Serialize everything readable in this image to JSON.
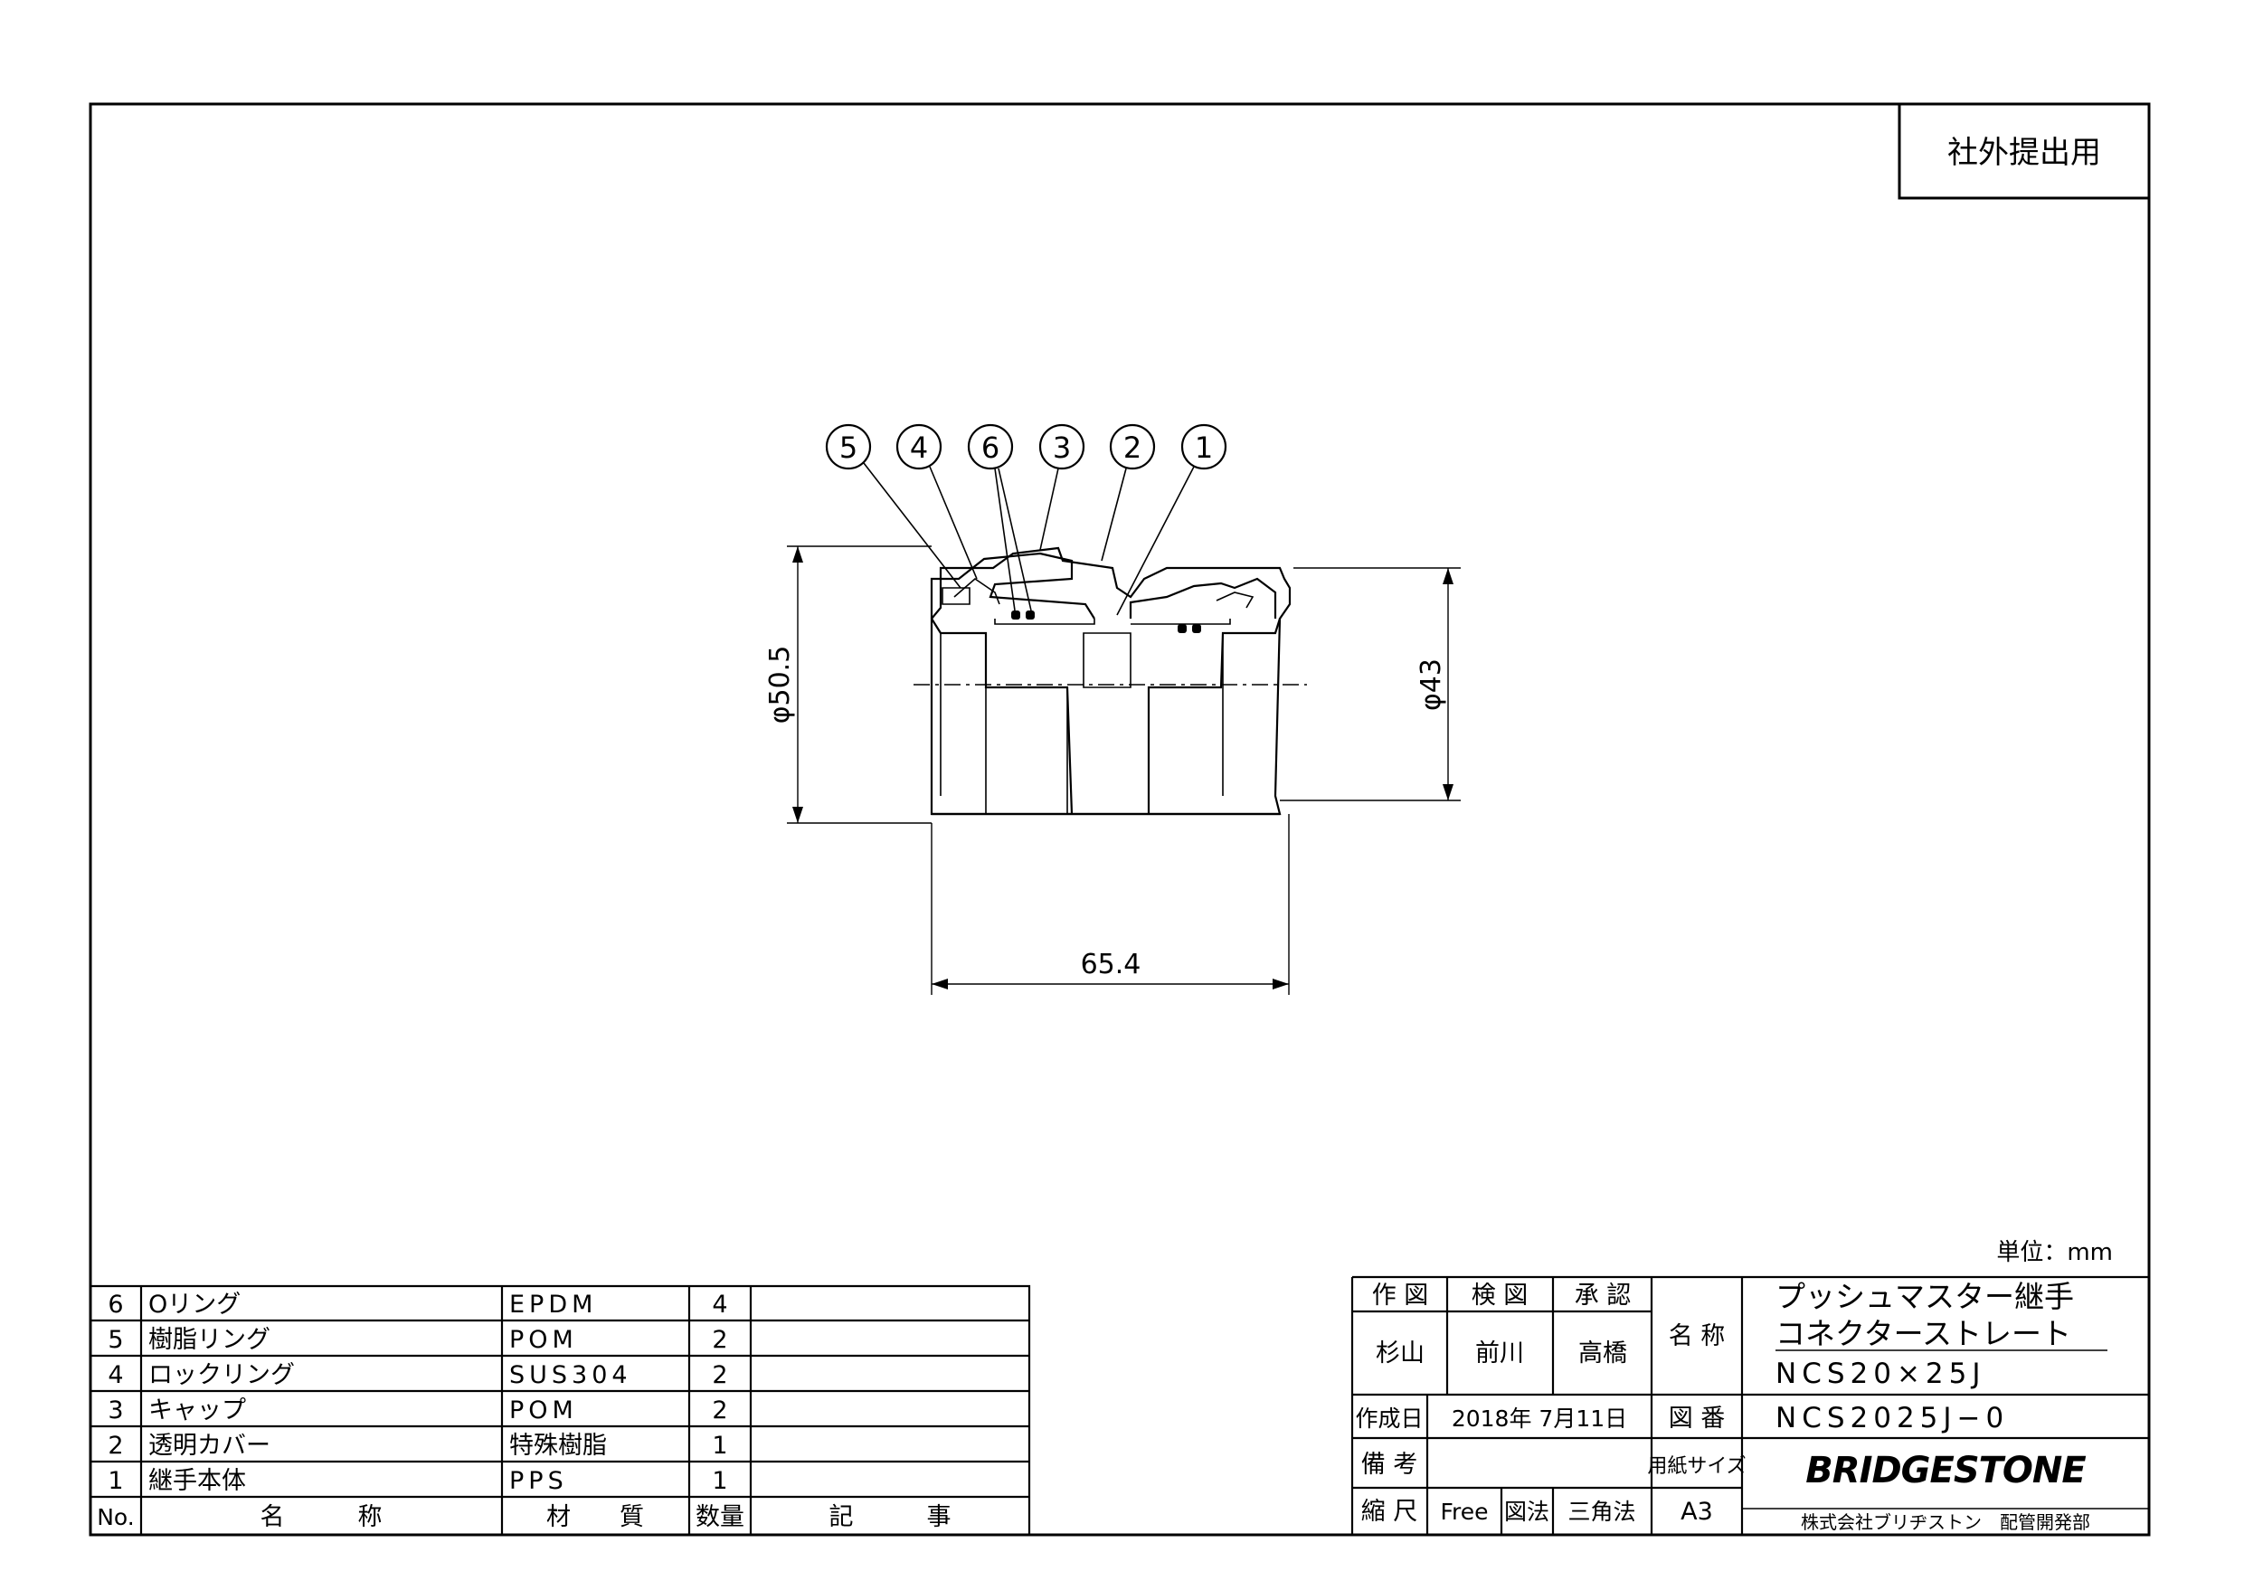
{
  "stamp": "社外提出用",
  "unit": "単位：mm",
  "drawing": {
    "balloons": [
      "5",
      "4",
      "6",
      "3",
      "2",
      "1"
    ],
    "dims": {
      "outer_dia": "φ50.5",
      "end_dia": "φ43",
      "length": "65.4"
    }
  },
  "parts": {
    "headers": {
      "no": "No.",
      "name": "名　　　称",
      "material": "材　　質",
      "qty": "数量",
      "note": "記　　　事"
    },
    "rows": [
      {
        "no": "6",
        "name": "Oリング",
        "material": "EPDM",
        "qty": "4"
      },
      {
        "no": "5",
        "name": "樹脂リング",
        "material": "POM",
        "qty": "2"
      },
      {
        "no": "4",
        "name": "ロックリング",
        "material": "SUS304",
        "qty": "2"
      },
      {
        "no": "3",
        "name": "キャップ",
        "material": "POM",
        "qty": "2"
      },
      {
        "no": "2",
        "name": "透明カバー",
        "material": "特殊樹脂",
        "qty": "1"
      },
      {
        "no": "1",
        "name": "継手本体",
        "material": "PPS",
        "qty": "1"
      }
    ]
  },
  "titleblock": {
    "drawn_label": "作 図",
    "check_label": "検 図",
    "approve_label": "承 認",
    "drawn_by": "杉山",
    "checked_by": "前川",
    "approved_by": "高橋",
    "name_label": "名 称",
    "name_line1": "プッシュマスター継手",
    "name_line2": "コネクターストレート",
    "name_line3": "NCS20×25J",
    "created_label": "作成日",
    "created_date": "2018年 7月11日",
    "drawing_no_label": "図 番",
    "drawing_no": "NCS2025J−0",
    "remarks_label": "備 考",
    "paper_label": "用紙サイズ",
    "paper_size": "A3",
    "scale_label": "縮 尺",
    "scale": "Free",
    "projection_label": "図法",
    "projection": "三角法",
    "logo": "BRIDGESTONE",
    "company": "株式会社ブリヂストン　配管開発部"
  }
}
